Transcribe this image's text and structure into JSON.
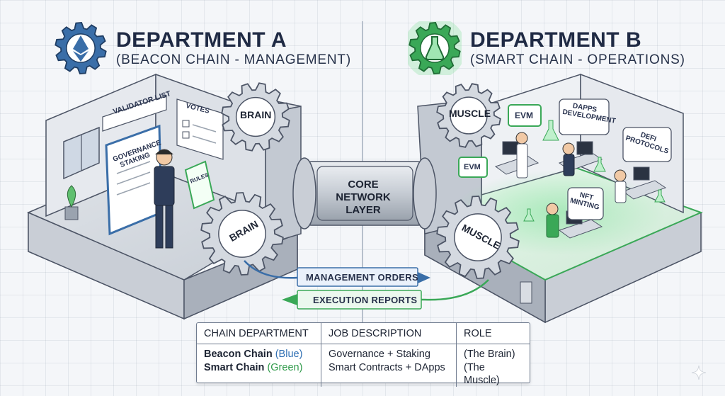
{
  "departments": {
    "a": {
      "title": "DEPARTMENT A",
      "subtitle": "(BEACON CHAIN - MANAGEMENT)",
      "icon": "ethereum-gear-icon",
      "color": "#3a6ea8"
    },
    "b": {
      "title": "DEPARTMENT B",
      "subtitle": "(SMART CHAIN - OPERATIONS)",
      "icon": "flask-gear-icon",
      "color": "#3aa857"
    }
  },
  "scene": {
    "a_labels": {
      "validator_list": "VALIDATOR LIST",
      "votes": "VOTES",
      "board": "GOVERNANCE STAKING",
      "rules": "RULES",
      "gear_top": "BRAIN",
      "gear_bottom": "BRAIN"
    },
    "b_labels": {
      "gear_top": "MUSCLE",
      "gear_bottom": "MUSCLE",
      "evm_top": "EVM",
      "evm_side": "EVM",
      "dapps": "DAPPS DEVELOPMENT",
      "defi": "DEFI PROTOCOLS",
      "nft": "NFT MINTING"
    },
    "core": "CORE NETWORK LAYER",
    "flows": {
      "management_orders": "MANAGEMENT ORDERS",
      "execution_reports": "EXECUTION REPORTS"
    }
  },
  "table": {
    "headers": [
      "CHAIN DEPARTMENT",
      "JOB DESCRIPTION",
      "ROLE"
    ],
    "rows": [
      {
        "chain": "Beacon Chain",
        "color_word": "(Blue)",
        "job": "Governance + Staking",
        "role": "(The Brain)"
      },
      {
        "chain": "Smart Chain",
        "color_word": "(Green)",
        "job": "Smart Contracts + DApps",
        "role": "(The Muscle)"
      }
    ]
  },
  "colors": {
    "blue_accent": "#3a6ea8",
    "green_accent": "#3aa857",
    "building_grey": "#c9ced6"
  }
}
